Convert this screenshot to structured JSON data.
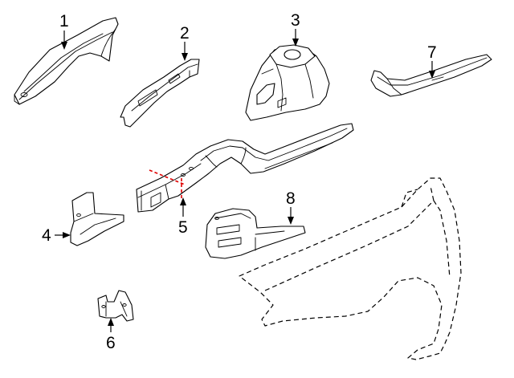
{
  "callouts": [
    {
      "id": "1",
      "label": "1"
    },
    {
      "id": "2",
      "label": "2"
    },
    {
      "id": "3",
      "label": "3"
    },
    {
      "id": "4",
      "label": "4"
    },
    {
      "id": "5",
      "label": "5"
    },
    {
      "id": "6",
      "label": "6"
    },
    {
      "id": "7",
      "label": "7"
    },
    {
      "id": "8",
      "label": "8"
    }
  ],
  "colors": {
    "linework": "#000000",
    "cut_line": "#e00000",
    "background": "#ffffff"
  }
}
